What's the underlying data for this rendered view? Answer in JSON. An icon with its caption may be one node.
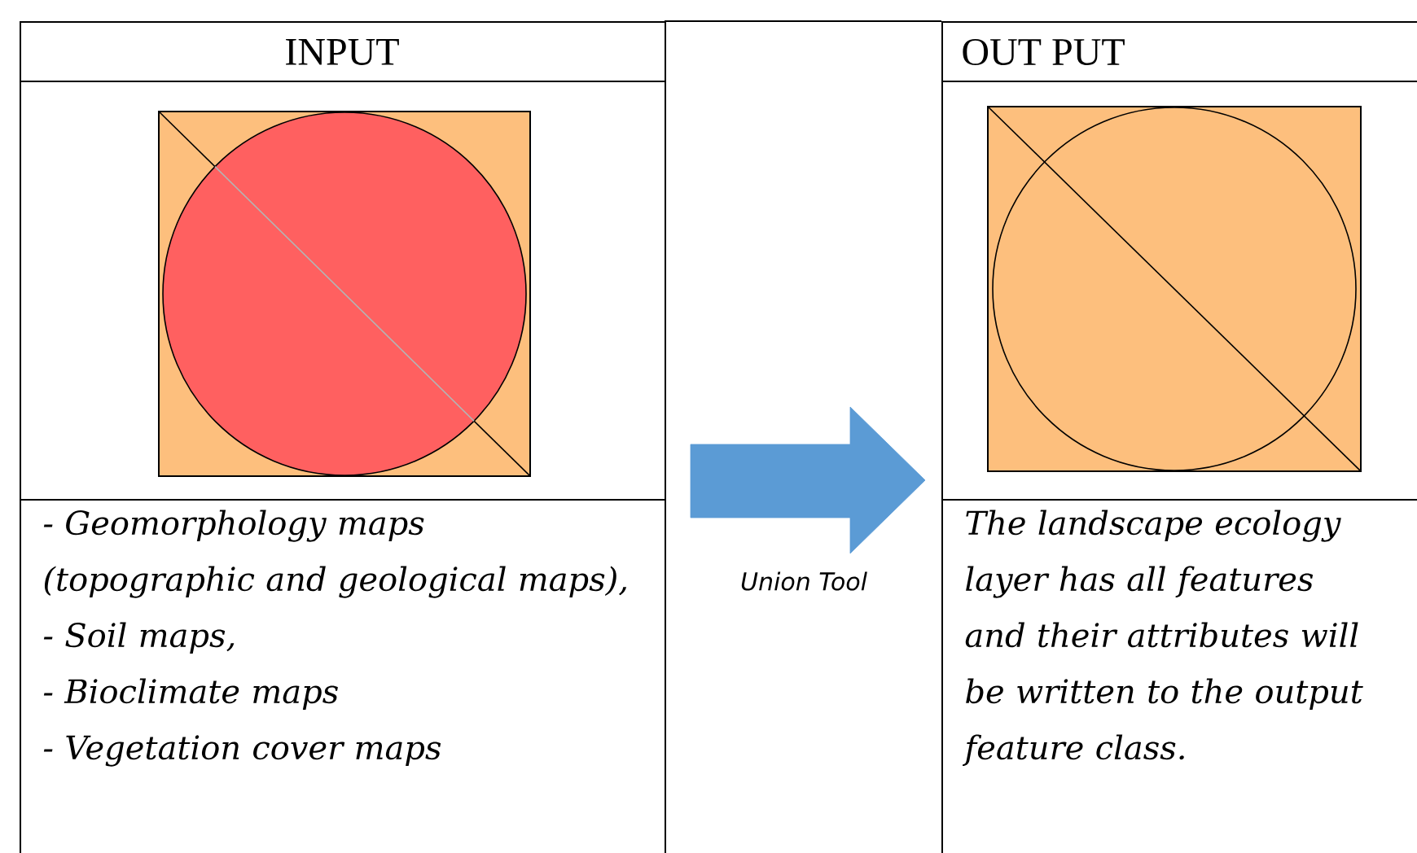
{
  "diagram": {
    "nodes": [
      {
        "text": [
          "INPUT",
          "- Geomorphology maps (topographic and geological maps),",
          "- Soil maps,",
          "- Bioclimate maps",
          "- Vegetation cover maps"
        ]
      },
      {
        "text": [],
        "shape": "box",
        "in": 0
      },
      {
        "text": [
          "OUT PUT",
          "The landscape ecology layer has all features and their attributes will be written to the output feature class."
        ]
      },
      {
        "text": [],
        "shape": "box",
        "in": 2
      }
    ],
    "edges": [
      {
        "from": 0,
        "to": 2,
        "arrow": "to",
        "label": "Union Tool"
      }
    ]
  }
}
